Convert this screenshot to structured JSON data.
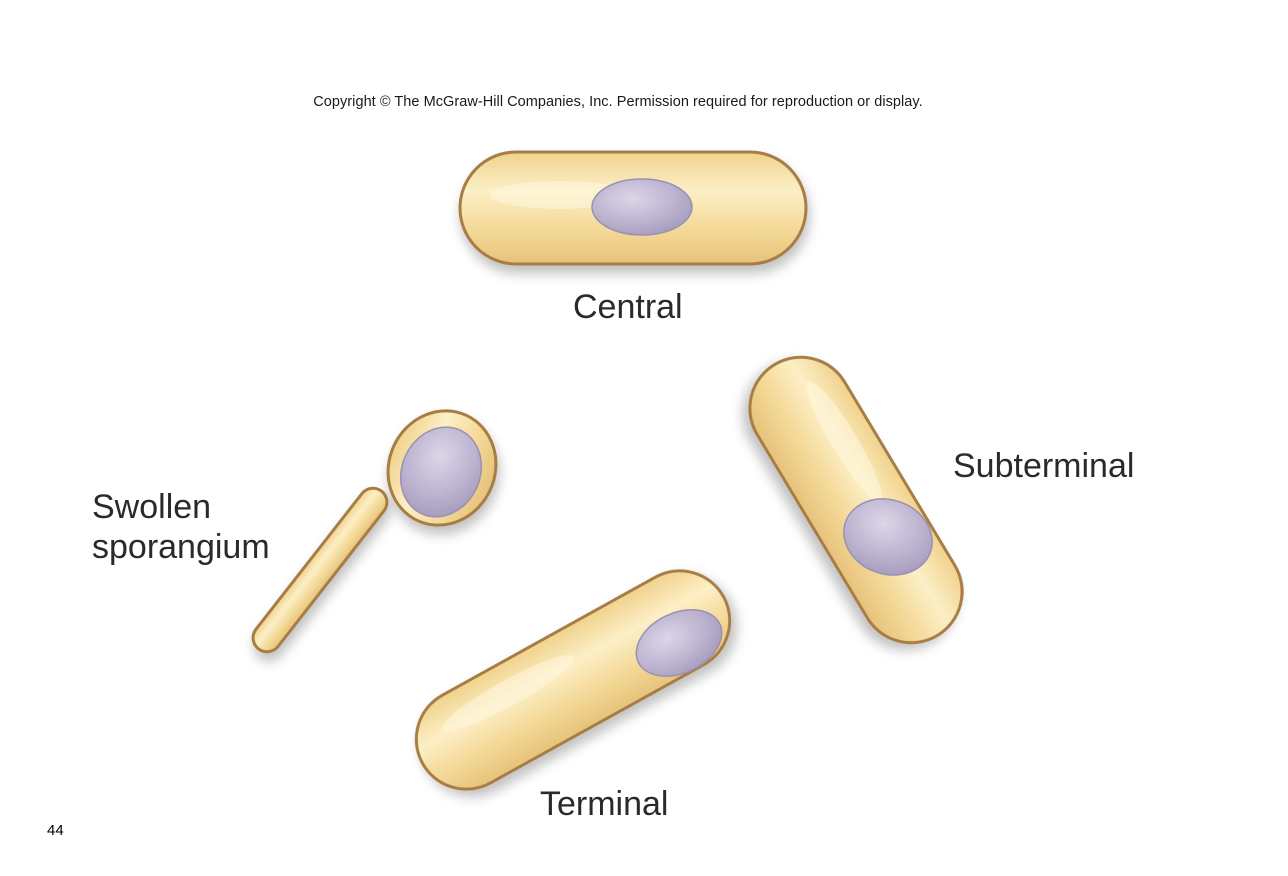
{
  "copyright": "Copyright © The McGraw-Hill Companies, Inc. Permission required for reproduction or display.",
  "labels": {
    "central": "Central",
    "subterminal": "Subterminal",
    "swollen_line1": "Swollen",
    "swollen_line2": "sporangium",
    "terminal": "Terminal"
  },
  "slide_number": "44",
  "colors": {
    "cell_fill": "#f2d690",
    "cell_highlight": "#fdf3cf",
    "cell_outline": "#a77d45",
    "spore_fill": "#b9b0cc",
    "spore_highlight": "#dcd6e8",
    "label_text": "#2a2a2a"
  }
}
